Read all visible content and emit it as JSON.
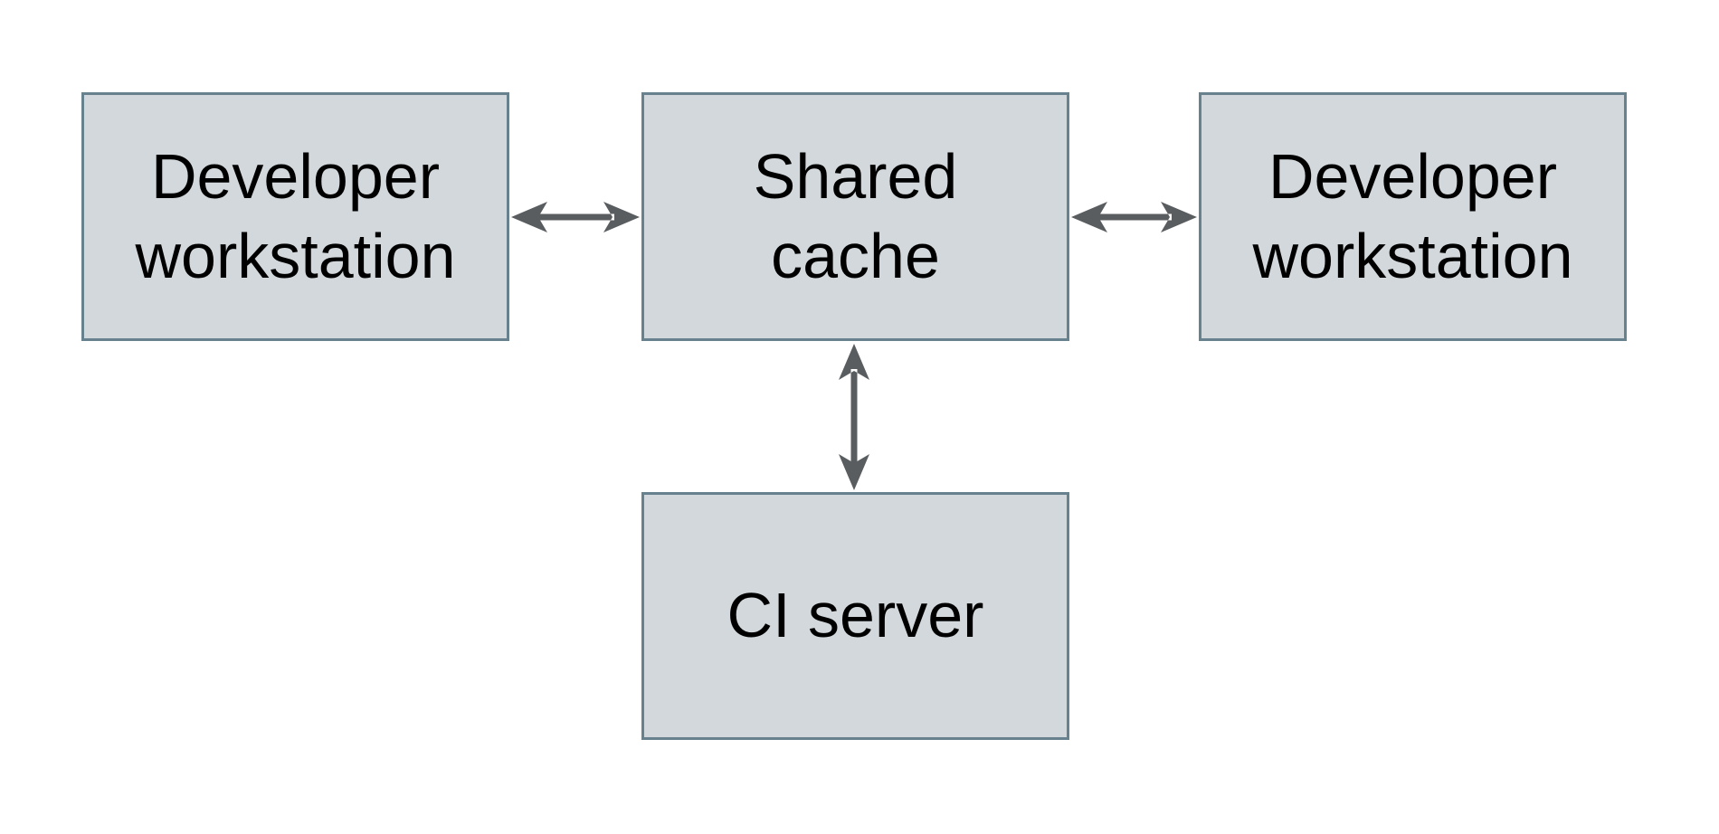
{
  "diagram": {
    "background": "white",
    "nodes": [
      {
        "id": "developer-workstation-left",
        "label": "Developer\nworkstation"
      },
      {
        "id": "shared-cache",
        "label": "Shared\ncache"
      },
      {
        "id": "developer-workstation-right",
        "label": "Developer\nworkstation"
      },
      {
        "id": "ci-server",
        "label": "CI server"
      }
    ],
    "edges": [
      {
        "from": "developer-workstation-left",
        "to": "shared-cache",
        "type": "bidirectional-arrow"
      },
      {
        "from": "shared-cache",
        "to": "developer-workstation-right",
        "type": "bidirectional-arrow"
      },
      {
        "from": "shared-cache",
        "to": "ci-server",
        "type": "bidirectional-arrow"
      }
    ],
    "colors": {
      "background": "#ffffff",
      "node_fill": "#d2d8db",
      "node_border": "#68818f",
      "arrow": "#595d5f",
      "text": "#000000"
    }
  }
}
